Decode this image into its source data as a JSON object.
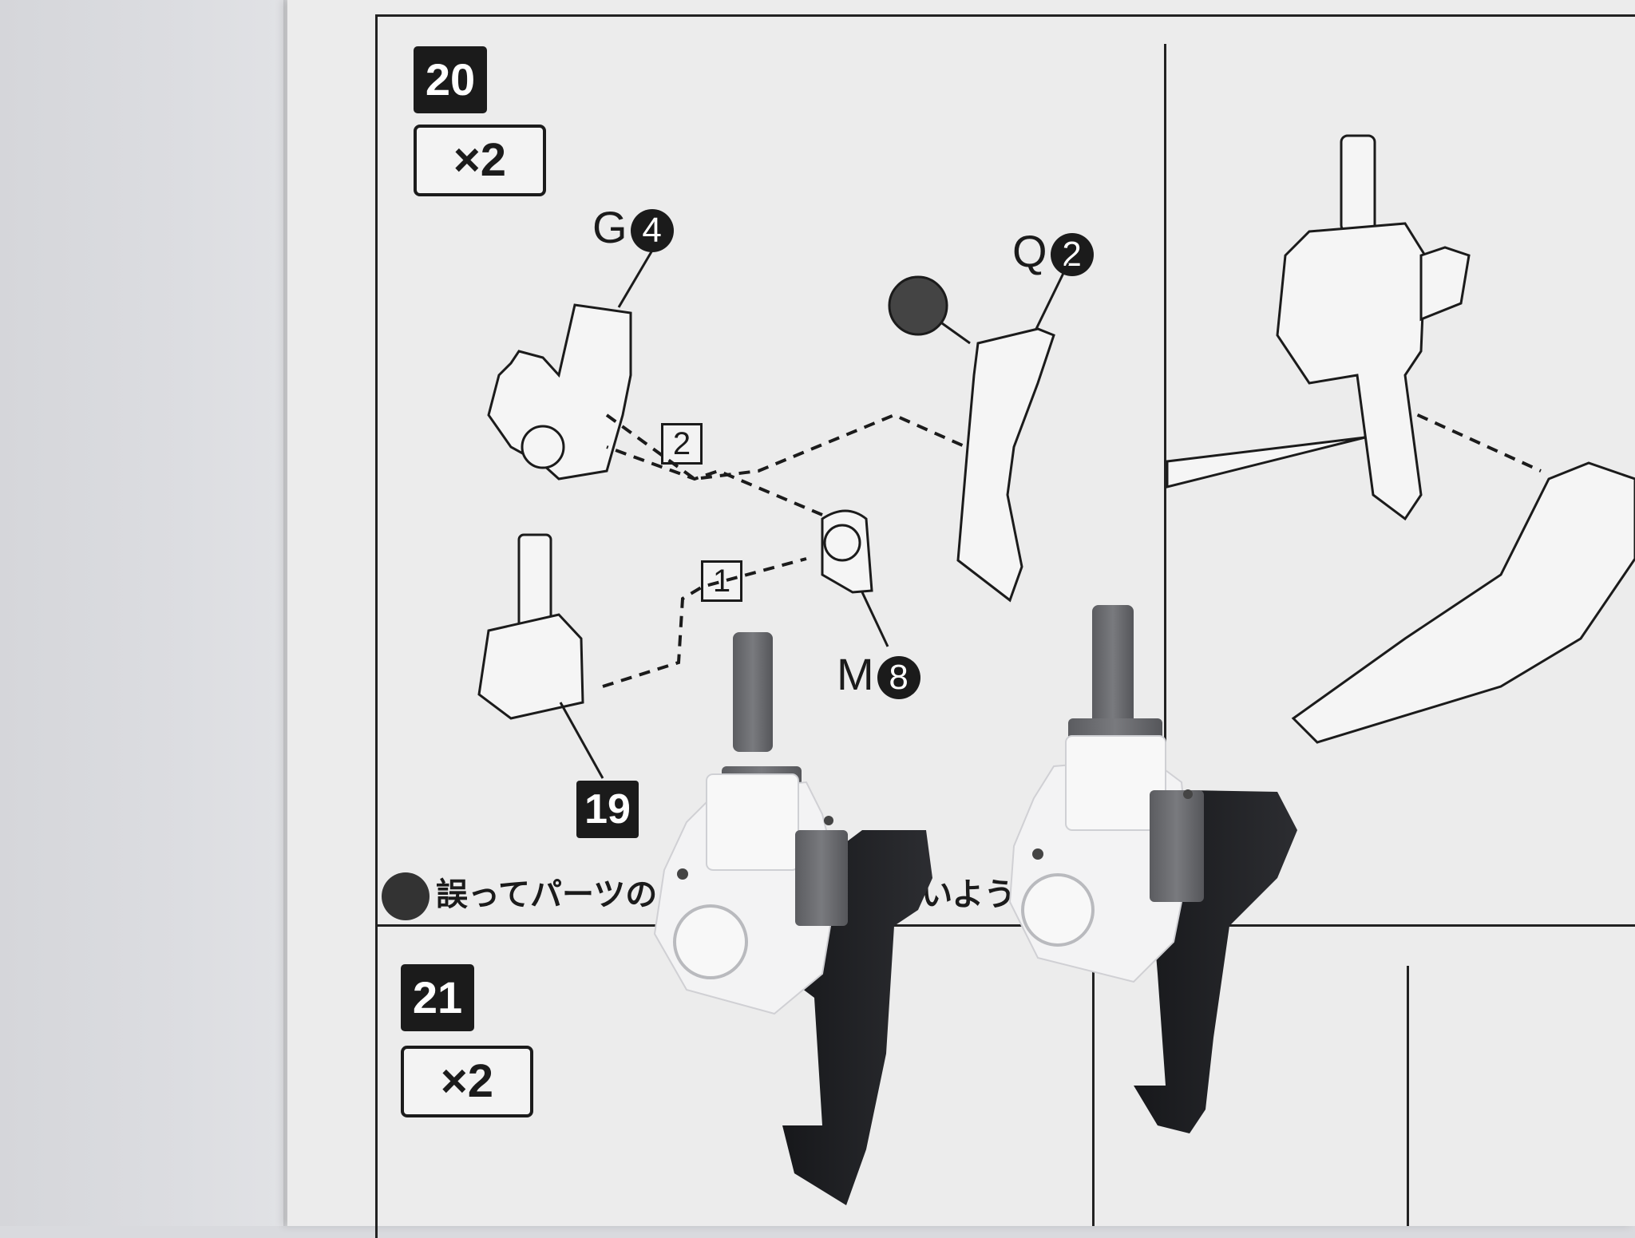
{
  "manual": {
    "step20": {
      "number": "20",
      "quantity": "×2"
    },
    "step21": {
      "number": "21",
      "quantity": "×2"
    },
    "parts": {
      "g4": {
        "letter": "G",
        "num": "4"
      },
      "q2": {
        "letter": "Q",
        "num": "2"
      },
      "m8": {
        "letter": "M",
        "num": "8"
      },
      "p19": {
        "num": "19"
      }
    },
    "sub_steps": {
      "first": "1",
      "second": "2"
    },
    "warning_text_left": "誤ってパーツの",
    "warning_text_right": "ないよう"
  },
  "colors": {
    "paper": "#ececec",
    "ink": "#1b1b1b",
    "white_plastic": "#f4f4f4",
    "gray_plastic": "#6a6b6f",
    "black_plastic": "#1e1f22"
  }
}
